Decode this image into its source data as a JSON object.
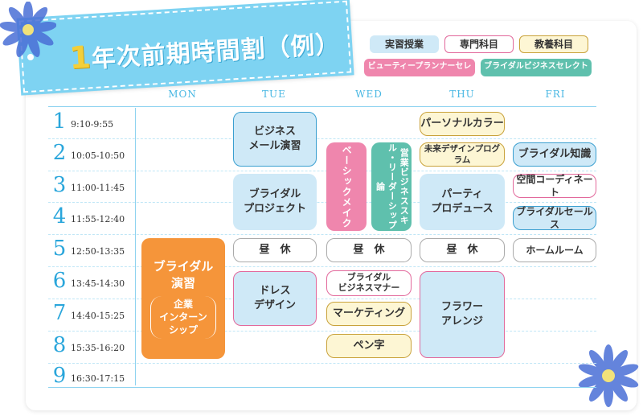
{
  "title": {
    "num": "1",
    "rest": "年次前期時間割（例）"
  },
  "legend": {
    "jisshu": "実習授業",
    "senmon": "専門科目",
    "kyoyo": "教養科目",
    "beauty": "ビューティープランナーセレクト",
    "bridal": "ブライダルビジネスセレクト"
  },
  "days": [
    "MON",
    "TUE",
    "WED",
    "THU",
    "FRI"
  ],
  "periods": [
    {
      "num": "1",
      "time": "9:10-9:55"
    },
    {
      "num": "2",
      "time": "10:05-10:50"
    },
    {
      "num": "3",
      "time": "11:00-11:45"
    },
    {
      "num": "4",
      "time": "11:55-12:40"
    },
    {
      "num": "5",
      "time": "12:50-13:35"
    },
    {
      "num": "6",
      "time": "13:45-14:30"
    },
    {
      "num": "7",
      "time": "14:40-15:25"
    },
    {
      "num": "8",
      "time": "15:35-16:20"
    },
    {
      "num": "9",
      "time": "16:30-17:15"
    }
  ],
  "classes": {
    "mon_bridal": "ブライダル\n演習",
    "mon_intern": "企業\nインターン\nシップ",
    "tue_business_mail": "ビジネス\nメール演習",
    "tue_bridal_project": "ブライダル\nプロジェクト",
    "tue_lunch": "昼　休",
    "tue_dress": "ドレス\nデザイン",
    "wed_basic_make": "ベーシックメイク",
    "wed_leadership": "営業ビジネススキル・リーダーシップ論",
    "wed_lunch": "昼　休",
    "wed_manner": "ブライダル\nビジネスマナー",
    "wed_marketing": "マーケティング",
    "wed_pen": "ペン字",
    "thu_personal_color": "パーソナルカラー",
    "thu_future_design": "未来デザインプログラム",
    "thu_party": "パーティ\nプロデュース",
    "thu_lunch": "昼　休",
    "thu_flower": "フラワー\nアレンジ",
    "fri_bridal_knowledge": "ブライダル知識",
    "fri_space": "空間コーディネート",
    "fri_bridal_sales": "ブライダルセールス",
    "fri_homeroom": "ホームルーム"
  },
  "colors": {
    "accent": "#7ed3f2",
    "grid": "#8fd3f0",
    "beauty": "#ef86ad",
    "bridal": "#5fc0ad",
    "orange": "#f5953a"
  }
}
